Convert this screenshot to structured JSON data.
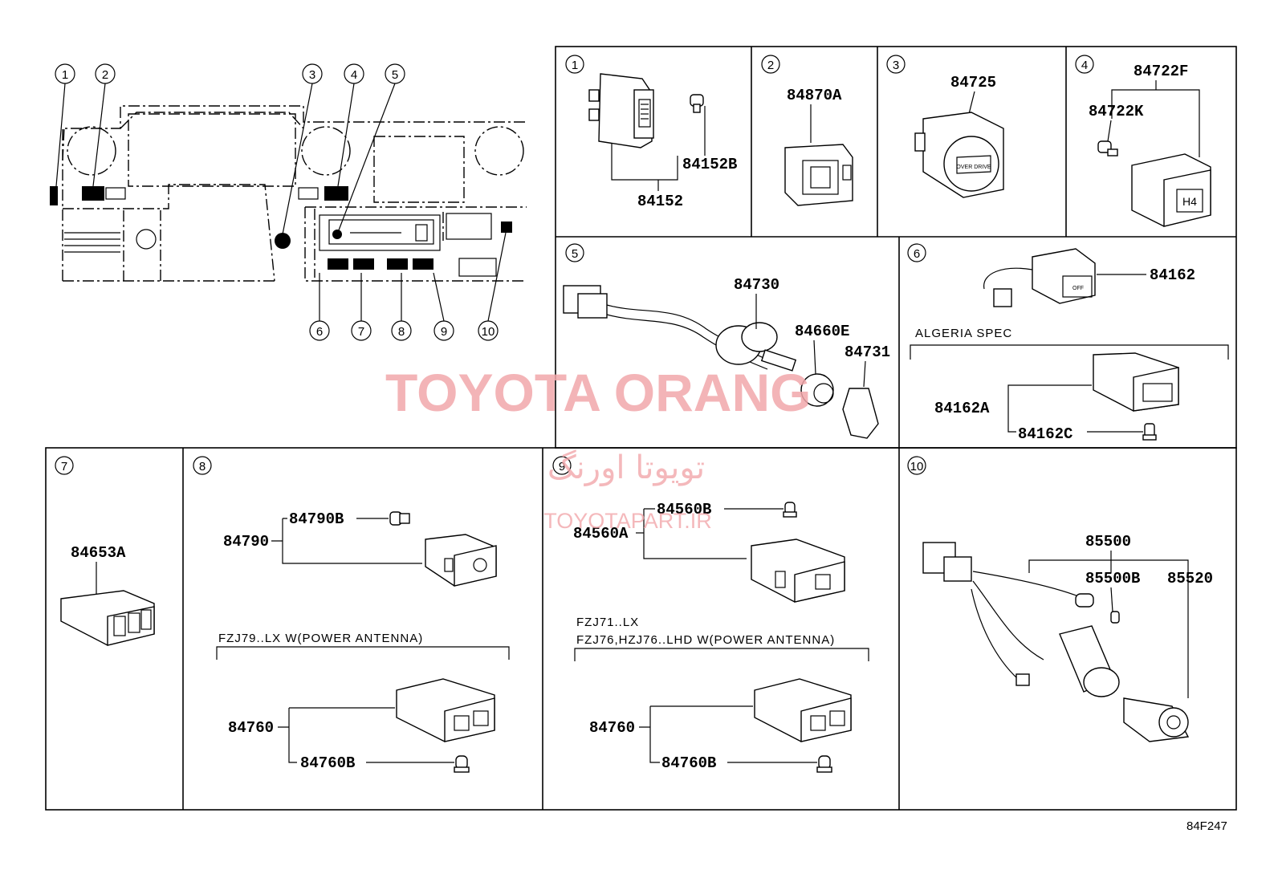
{
  "diagram_code": "84F247",
  "watermark": {
    "brand": "TOYOTA ORANG",
    "persian": "تویوتا اورنگ",
    "site": "TOYOTAPART.IR"
  },
  "overview_callouts": [
    "1",
    "2",
    "3",
    "4",
    "5",
    "6",
    "7",
    "8",
    "9",
    "10"
  ],
  "panels": {
    "p1": {
      "num": "1",
      "parts": [
        "84152B",
        "84152"
      ]
    },
    "p2": {
      "num": "2",
      "parts": [
        "84870A"
      ]
    },
    "p3": {
      "num": "3",
      "parts": [
        "84725"
      ],
      "knob_text": "OVER DRIVE"
    },
    "p4": {
      "num": "4",
      "parts": [
        "84722F",
        "84722K"
      ],
      "switch_text": "H4"
    },
    "p5": {
      "num": "5",
      "parts": [
        "84730",
        "84660E",
        "84731"
      ]
    },
    "p6": {
      "num": "6",
      "parts": [
        "84162",
        "84162A",
        "84162C"
      ],
      "note": "ALGERIA SPEC",
      "switch_text": "OFF"
    },
    "p7": {
      "num": "7",
      "parts": [
        "84653A"
      ]
    },
    "p8": {
      "num": "8",
      "parts": [
        "84790B",
        "84790",
        "84760",
        "84760B"
      ],
      "note": "FZJ79..LX W(POWER ANTENNA)"
    },
    "p9": {
      "num": "9",
      "parts": [
        "84560B",
        "84560A",
        "84760",
        "84760B"
      ],
      "note1": "FZJ71..LX",
      "note2": "FZJ76,HZJ76..LHD W(POWER ANTENNA)"
    },
    "p10": {
      "num": "10",
      "parts": [
        "85500",
        "85500B",
        "85520"
      ]
    }
  }
}
